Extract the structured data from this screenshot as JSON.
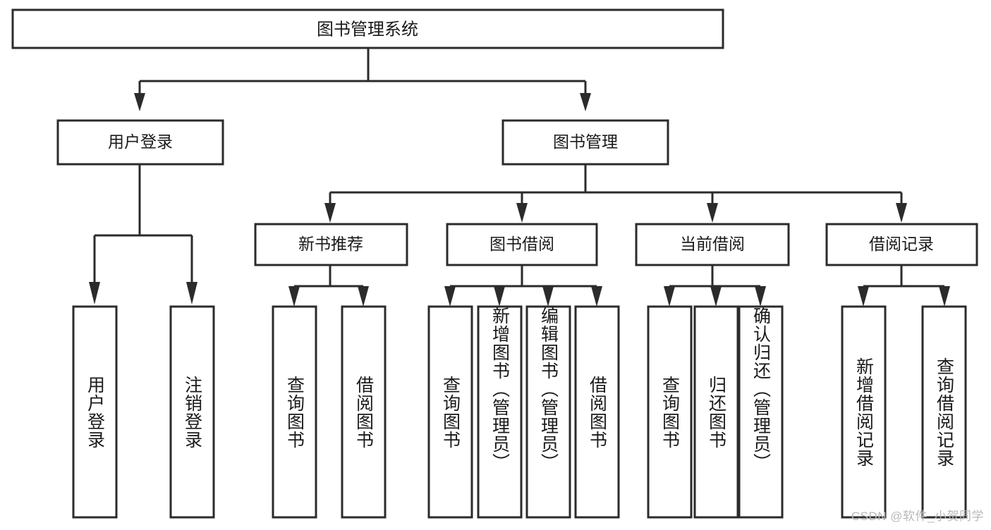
{
  "diagram": {
    "title": "图书管理系统",
    "type": "tree-hierarchy-diagram",
    "colors": {
      "stroke": "#2b2b2b",
      "box_fill": "#ffffff",
      "text": "#1a1a1a",
      "background": "#ffffff",
      "watermark": "#b8b8b8"
    },
    "root": {
      "label": "图书管理系统"
    },
    "level2": [
      {
        "label": "用户登录"
      },
      {
        "label": "图书管理"
      }
    ],
    "level3": [
      {
        "label": "新书推荐"
      },
      {
        "label": "图书借阅"
      },
      {
        "label": "当前借阅"
      },
      {
        "label": "借阅记录"
      }
    ],
    "leaves": {
      "user_login": [
        {
          "label": "用户登录"
        },
        {
          "label": "注销登录"
        }
      ],
      "new_book_recommend": [
        {
          "label": "查询图书"
        },
        {
          "label": "借阅图书"
        }
      ],
      "book_borrow": [
        {
          "label": "查询图书"
        },
        {
          "label": "新增图书（管理员）"
        },
        {
          "label": "编辑图书（管理员）"
        },
        {
          "label": "借阅图书"
        }
      ],
      "current_borrow": [
        {
          "label": "查询图书"
        },
        {
          "label": "归还图书"
        },
        {
          "label": "确认归还（管理员）"
        }
      ],
      "borrow_record": [
        {
          "label": "新增借阅记录"
        },
        {
          "label": "查询借阅记录"
        }
      ]
    }
  },
  "watermark": {
    "text": "CSDN @软件_小贺同学"
  }
}
